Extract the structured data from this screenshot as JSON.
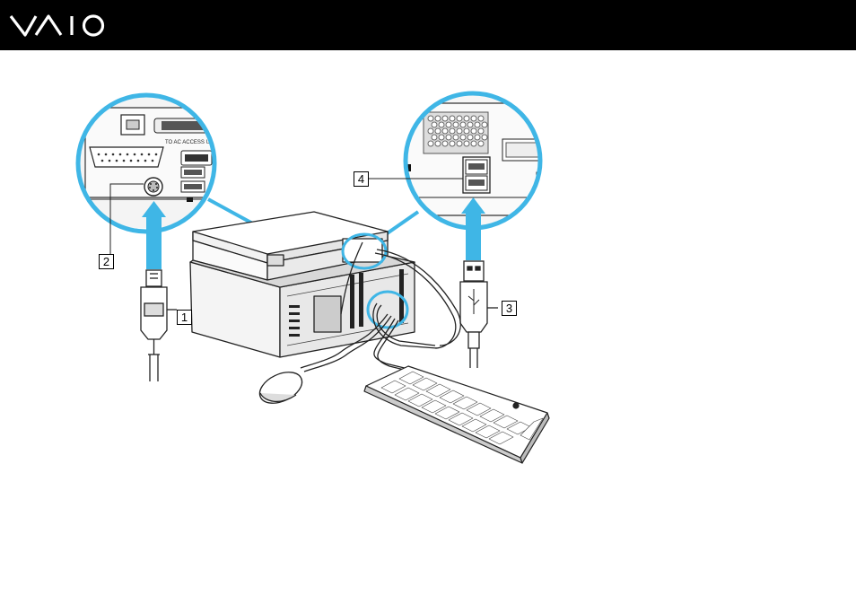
{
  "header": {
    "brand_logo": "VAIO",
    "background": "#000000"
  },
  "illustration": {
    "callouts": [
      "1",
      "2",
      "3",
      "4"
    ],
    "accent_color": "#3fb6e6",
    "port_label": "TO AC ACCESS UNIT"
  }
}
